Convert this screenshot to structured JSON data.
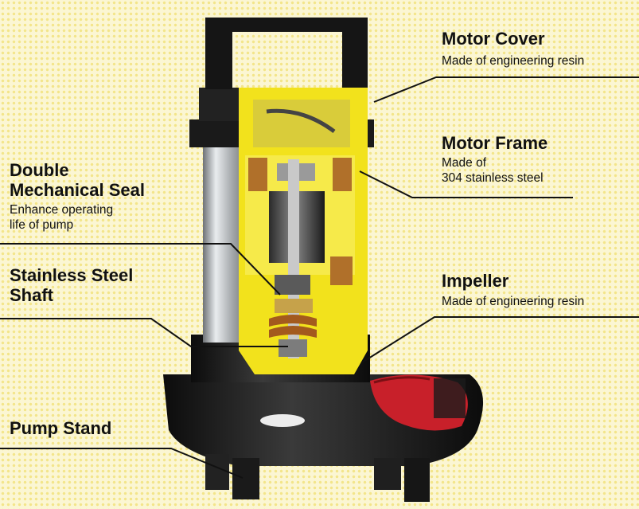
{
  "callouts": {
    "motor_cover": {
      "title": "Motor Cover",
      "desc": "Made of engineering resin"
    },
    "motor_frame": {
      "title": "Motor Frame",
      "desc_1": "Made of",
      "desc_2": "304 stainless steel"
    },
    "double_seal": {
      "title_1": "Double",
      "title_2": "Mechanical Seal",
      "desc_1": "Enhance operating",
      "desc_2": "life of pump"
    },
    "shaft": {
      "title_1": "Stainless Steel",
      "title_2": "Shaft"
    },
    "impeller": {
      "title": "Impeller",
      "desc": "Made of engineering resin"
    },
    "pump_stand": {
      "title": "Pump Stand"
    }
  },
  "colors": {
    "background": "#fbf6d3",
    "resin_black": "#1c1c1c",
    "cutaway_yellow": "#f2e21c",
    "steel": "#b8bcbf",
    "impeller_red": "#c8202a",
    "leader_line": "#111111"
  }
}
